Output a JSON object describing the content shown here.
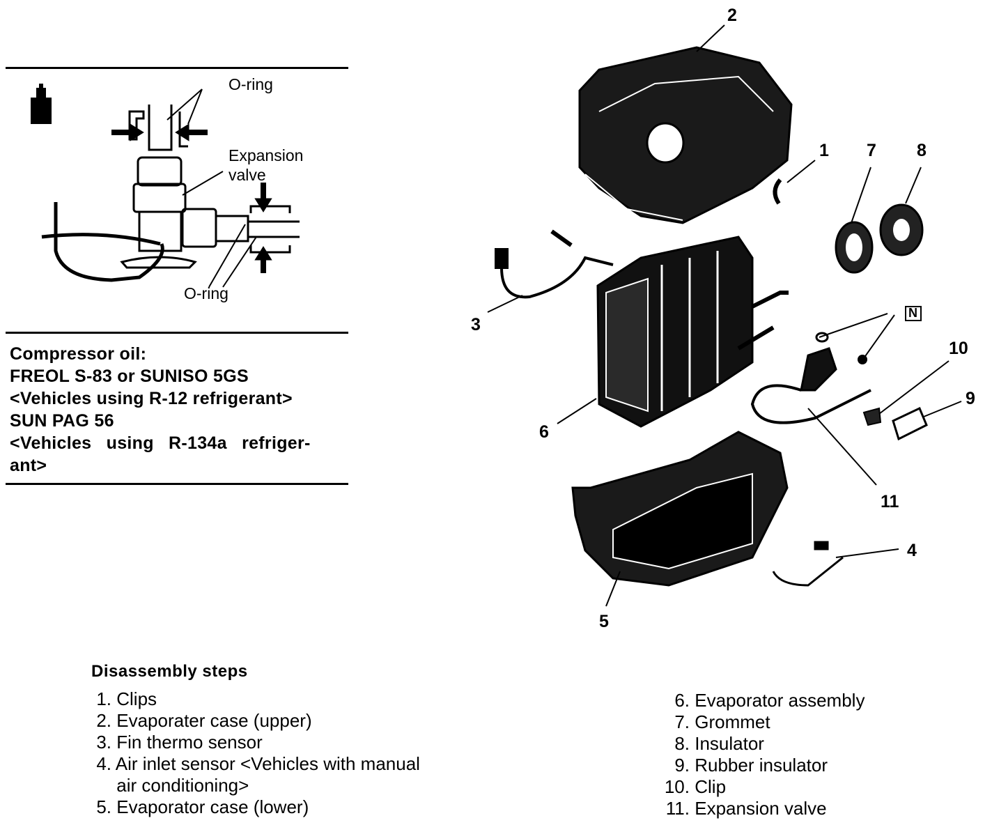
{
  "detail": {
    "oring_top_label": "O-ring",
    "expansion_valve_label_line1": "Expansion",
    "expansion_valve_label_line2": "valve",
    "oring_bottom_label": "O-ring",
    "icon": "oil-can-icon"
  },
  "compressor_oil": {
    "lines": [
      "Compressor oil:",
      "FREOL S-83 or SUNISO 5GS",
      "<Vehicles using R-12 refrigerant>",
      "SUN PAG 56",
      "<Vehicles using R-134a refriger-",
      "ant>"
    ]
  },
  "callouts": {
    "c1": "1",
    "c2": "2",
    "c3": "3",
    "c4": "4",
    "c5": "5",
    "c6": "6",
    "c7": "7",
    "c8": "8",
    "c9": "9",
    "c10": "10",
    "c11": "11",
    "n_mark": "N"
  },
  "steps": {
    "title": "Disassembly steps",
    "left": [
      {
        "n": "1.",
        "text": "Clips"
      },
      {
        "n": "2.",
        "text": "Evaporater case (upper)"
      },
      {
        "n": "3.",
        "text": "Fin thermo sensor"
      },
      {
        "n": "4.",
        "text": "Air inlet sensor <Vehicles with manual"
      },
      {
        "n": "",
        "text": "air conditioning>"
      },
      {
        "n": "5.",
        "text": "Evaporator case (lower)"
      }
    ],
    "right": [
      {
        "n": "6.",
        "text": "Evaporator assembly"
      },
      {
        "n": "7.",
        "text": "Grommet"
      },
      {
        "n": "8.",
        "text": "Insulator"
      },
      {
        "n": "9.",
        "text": "Rubber insulator"
      },
      {
        "n": "10.",
        "text": "Clip"
      },
      {
        "n": "11.",
        "text": "Expansion valve"
      }
    ]
  }
}
